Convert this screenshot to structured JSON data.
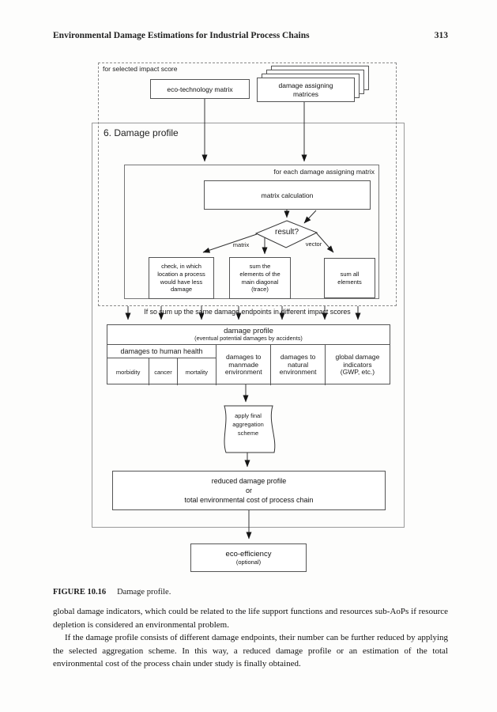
{
  "header": {
    "title": "Environmental Damage Estimations for Industrial Process Chains",
    "page_number": "313"
  },
  "figure": {
    "top": {
      "label": "for selected impact score",
      "eco_technology_matrix": "eco-technology matrix",
      "damage_assigning_matrices": "damage assigning\nmatrices"
    },
    "section": {
      "title": "6. Damage profile",
      "loop_label": "for each damage assigning matrix",
      "matrix_calculation": "matrix calculation",
      "decision": "result?",
      "branch_matrix": "matrix",
      "branch_vector": "vector",
      "check_location": "check, in which\nlocation a process\nwould have less\ndamage",
      "sum_trace": "sum the\nelements of the\nmain diagonal\n(trace)",
      "sum_all": "sum all\nelements",
      "sum_note": "If so sum up the same damage endpoints in different impact scores"
    },
    "table": {
      "title": "damage profile",
      "subtitle": "(eventual potential damages by accidents)",
      "human_health_header": "damages to human health",
      "human_health_cells": [
        "morbidity",
        "cancer",
        "mortality"
      ],
      "col_manmade": "damages to\nmanmade\nenvironment",
      "col_natural": "damages to\nnatural\nenvironment",
      "col_global": "global damage\nindicators\n(GWP, etc.)"
    },
    "aggregation": "apply final\naggregation\nscheme",
    "reduced": "reduced damage profile\nor\ntotal environmental cost of process chain",
    "eco_efficiency": {
      "label": "eco-efficiency",
      "note": "(optional)"
    }
  },
  "caption": {
    "label": "FIGURE 10.16",
    "text": "Damage profile."
  },
  "body": {
    "para1": "global damage indicators, which could be related to the life support functions and resources sub-AoPs if resource depletion is considered an environmental problem.",
    "para2": "If the damage profile consists of different damage endpoints, their number can be further reduced by applying the selected aggregation scheme. In this way, a reduced damage profile or an estimation of the total environmental cost of the process chain under study is finally obtained."
  }
}
